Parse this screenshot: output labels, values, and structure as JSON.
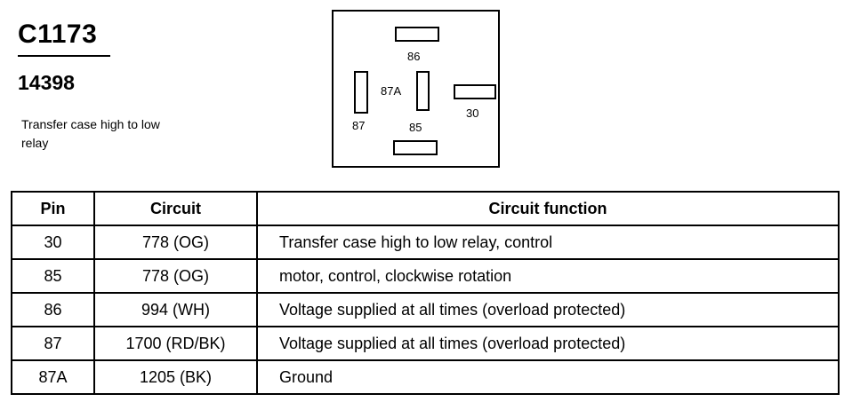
{
  "header": {
    "connector_id": "C1173",
    "part_number": "14398",
    "description": "Transfer case high to low relay"
  },
  "relay": {
    "labels": {
      "pin86": "86",
      "pin87a": "87A",
      "pin30": "30",
      "pin87": "87",
      "pin85": "85"
    }
  },
  "table": {
    "headers": {
      "pin": "Pin",
      "circuit": "Circuit",
      "function": "Circuit function"
    },
    "rows": [
      {
        "pin": "30",
        "circuit": "778 (OG)",
        "function": "Transfer case high to low relay, control"
      },
      {
        "pin": "85",
        "circuit": "778 (OG)",
        "function": "motor, control, clockwise rotation"
      },
      {
        "pin": "86",
        "circuit": "994 (WH)",
        "function": "Voltage supplied at all times (overload protected)"
      },
      {
        "pin": "87",
        "circuit": "1700 (RD/BK)",
        "function": "Voltage supplied at all times (overload protected)"
      },
      {
        "pin": "87A",
        "circuit": "1205 (BK)",
        "function": "Ground"
      }
    ]
  }
}
